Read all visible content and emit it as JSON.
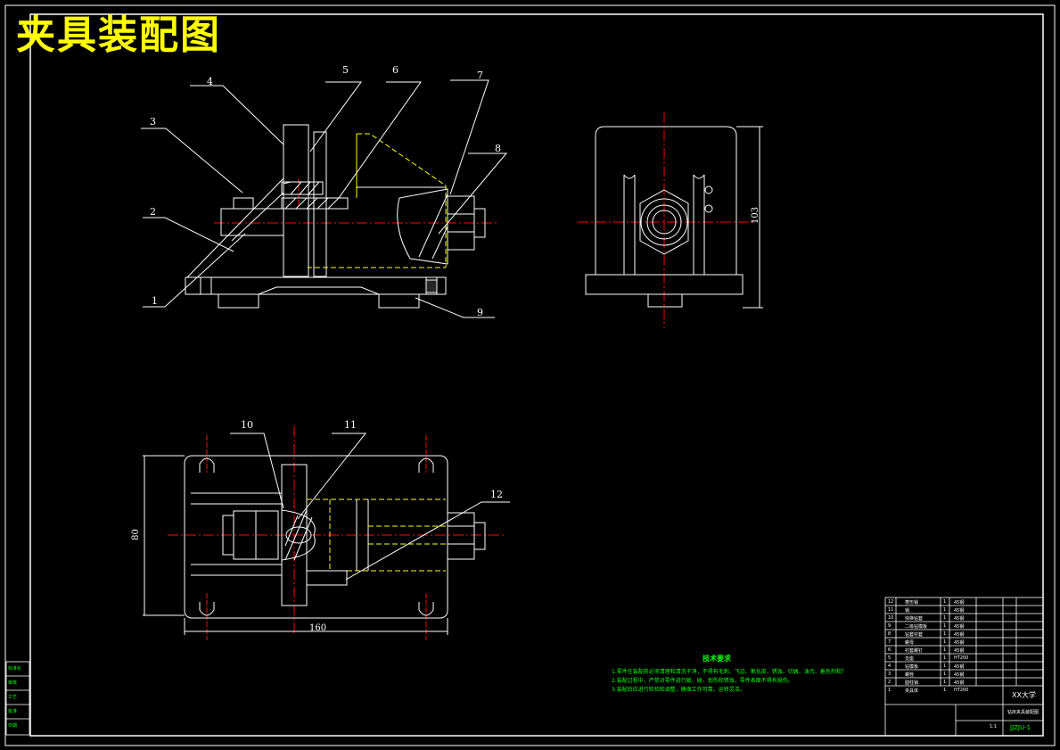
{
  "drawing": {
    "title": "夹具装配图",
    "part_labels": [
      "1",
      "2",
      "3",
      "4",
      "5",
      "6",
      "7",
      "8",
      "9",
      "10",
      "11",
      "12"
    ],
    "dimensions": {
      "width": "160",
      "depth": "80",
      "height": "103"
    }
  },
  "technical_requirements": {
    "heading": "技术要求",
    "items": [
      "1.零件在装配前必须清理和清洗干净，不得有毛刺、飞边、氧化皮、锈蚀、切屑、油污、着色剂和灰尘等。",
      "2.装配过程中，严禁对零件进行敲、碰、划伤和锈蚀，零件表面不得有损伤。",
      "3.装配后应进行检验和调整，确保工作可靠，运转灵活。"
    ]
  },
  "title_block": {
    "school": "XX大学",
    "drawing_name": "钻床夹具装配图",
    "drawing_number": "JJZJU-1",
    "scale": "1:1",
    "parts": [
      {
        "no": "12",
        "name": "菱形销",
        "qty": "1",
        "material": "45钢"
      },
      {
        "no": "11",
        "name": "销",
        "qty": "1",
        "material": "45钢"
      },
      {
        "no": "10",
        "name": "快换钻套",
        "qty": "1",
        "material": "45钢"
      },
      {
        "no": "9",
        "name": "二级钻模板",
        "qty": "1",
        "material": "45钢"
      },
      {
        "no": "8",
        "name": "钻套衬套",
        "qty": "1",
        "material": "45钢"
      },
      {
        "no": "7",
        "name": "螺母",
        "qty": "1",
        "material": "45钢"
      },
      {
        "no": "6",
        "name": "衬套螺钉",
        "qty": "1",
        "material": "45钢"
      },
      {
        "no": "5",
        "name": "支座",
        "qty": "1",
        "material": "HT200"
      },
      {
        "no": "4",
        "name": "钻模板",
        "qty": "1",
        "material": "45钢"
      },
      {
        "no": "3",
        "name": "螺栓",
        "qty": "1",
        "material": "45钢"
      },
      {
        "no": "2",
        "name": "圆柱销",
        "qty": "1",
        "material": "45钢"
      },
      {
        "no": "1",
        "name": "夹具体",
        "qty": "1",
        "material": "HT200"
      }
    ]
  },
  "side_block": [
    "标准化",
    "审核",
    "工艺",
    "批准",
    "日期"
  ]
}
